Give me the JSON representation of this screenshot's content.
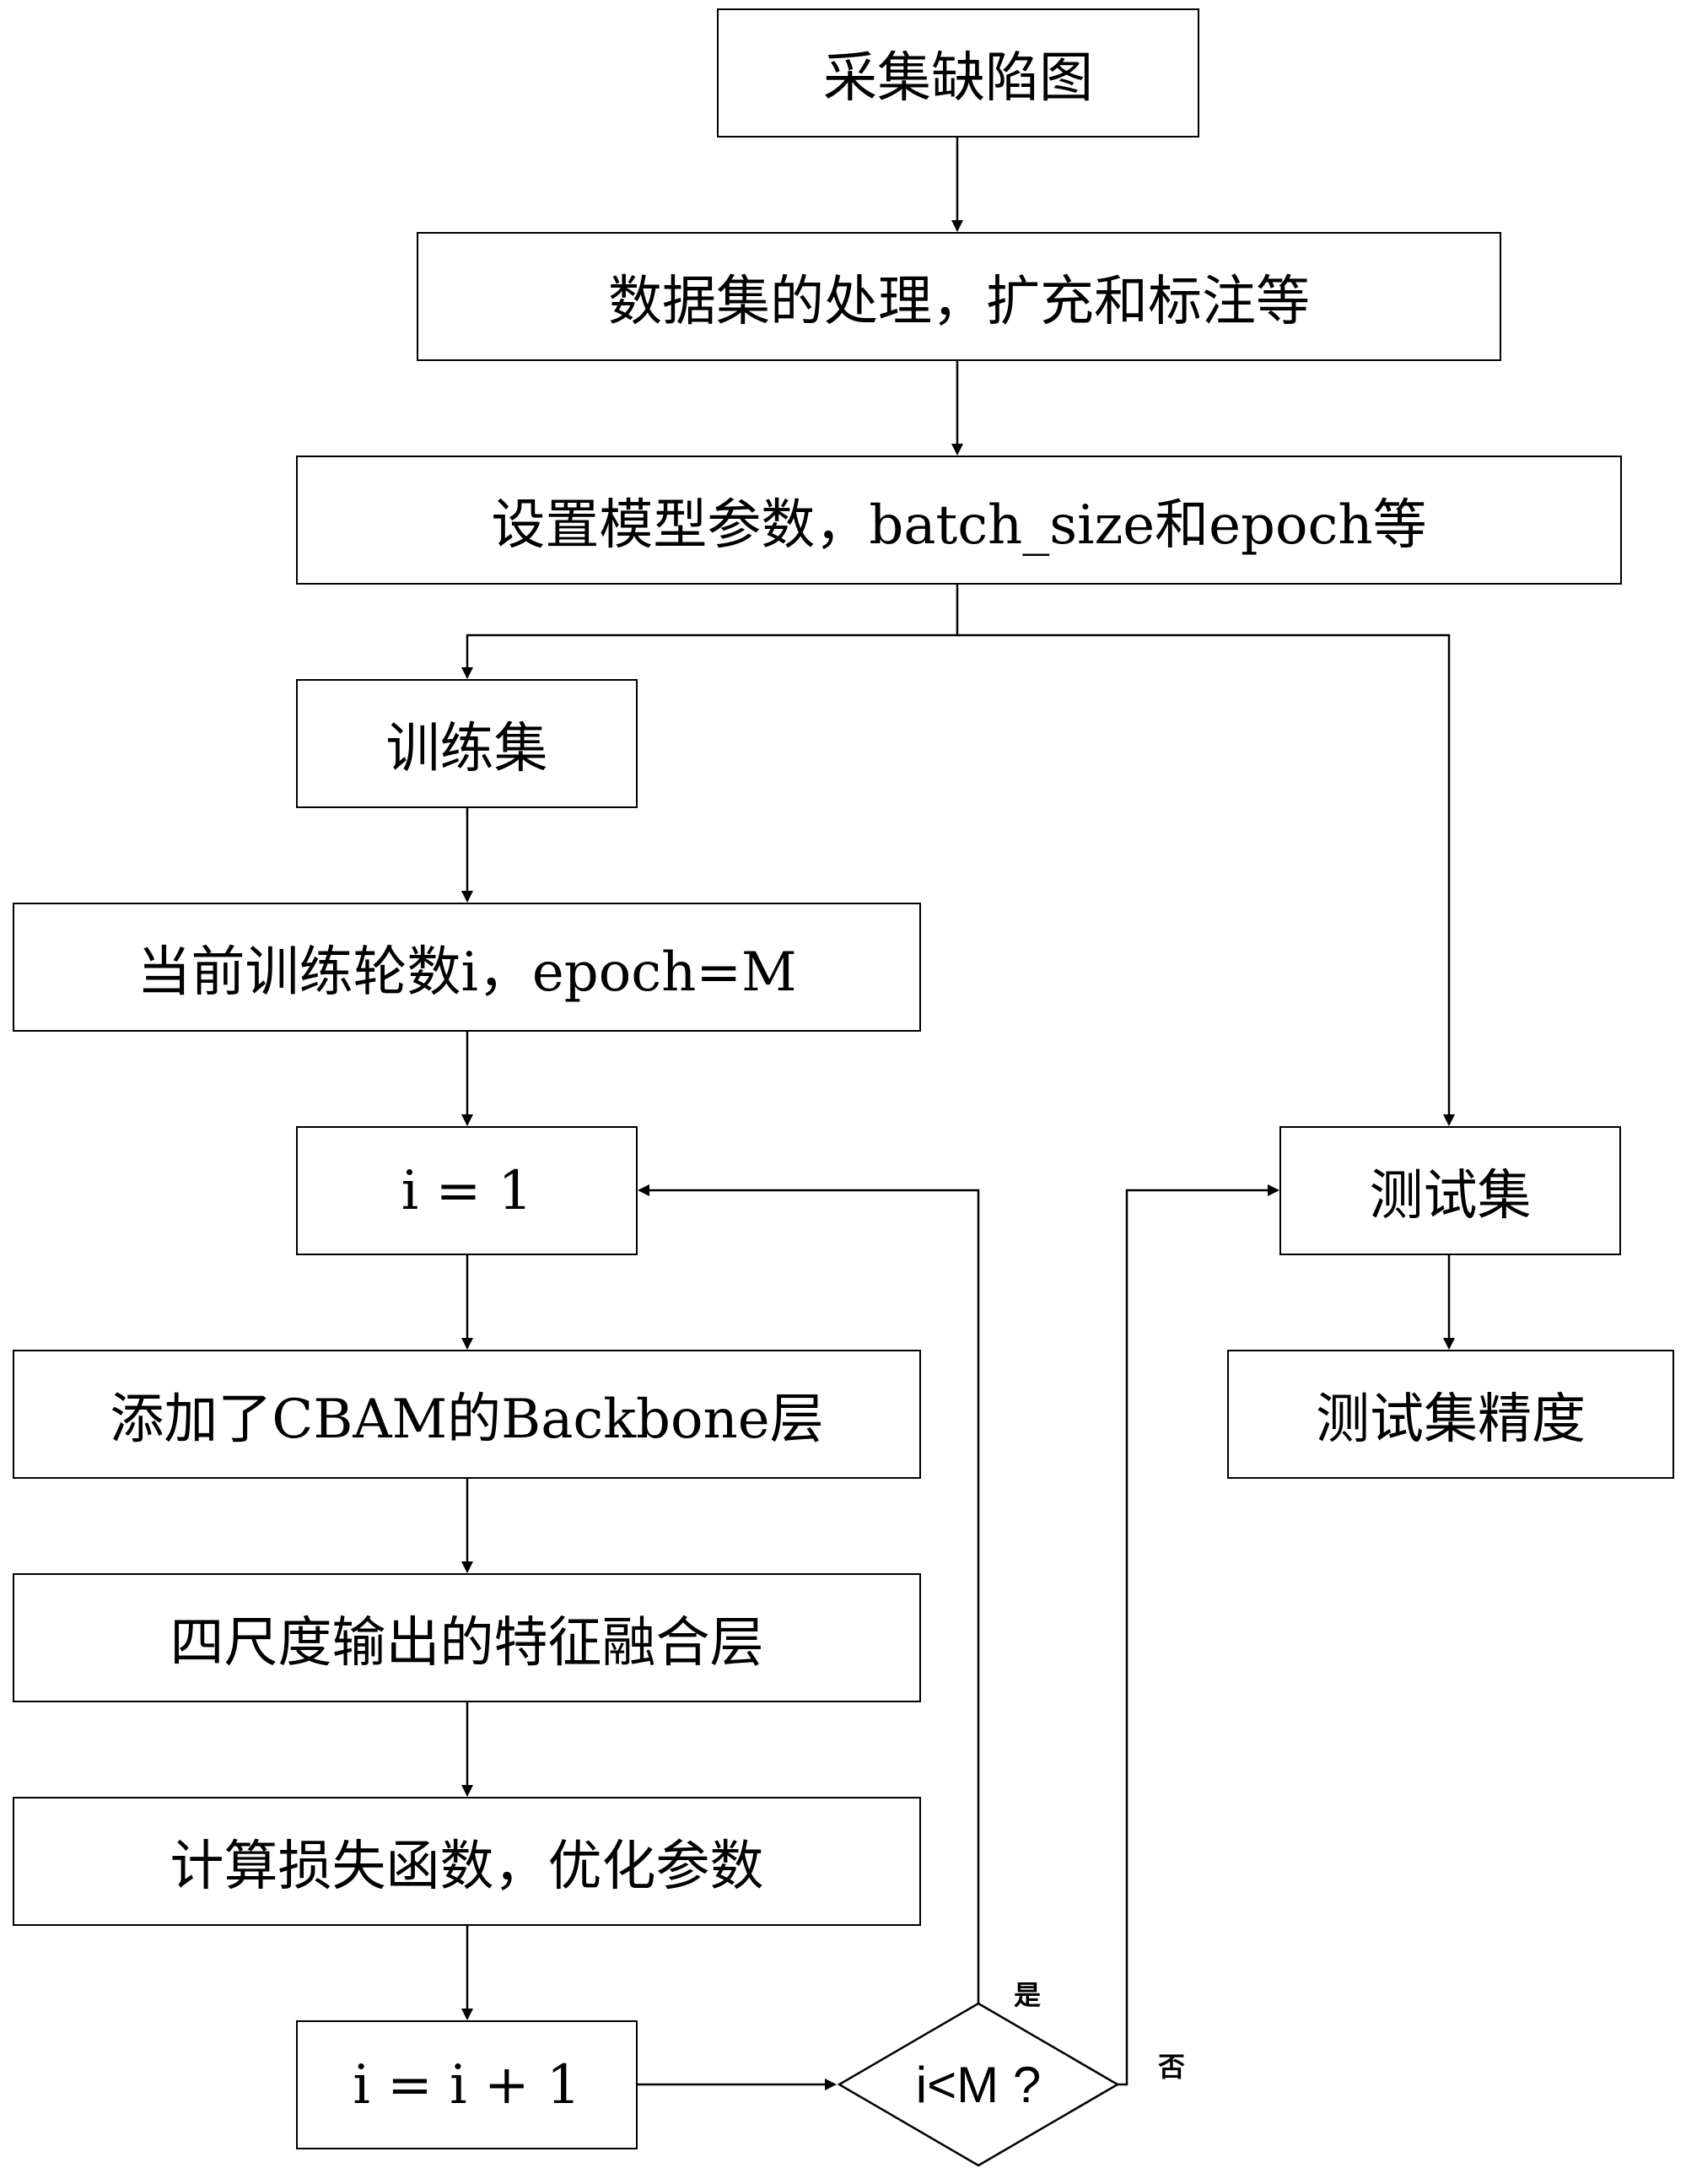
{
  "nodes": {
    "collect": "采集缺陷图",
    "dataset": "数据集的处理，扩充和标注等",
    "params": "设置模型参数，batch_size和epoch等",
    "train_set": "训练集",
    "epoch": "当前训练轮数i，epoch=M",
    "init_i": "i = 1",
    "backbone": "添加了CBAM的Backbone层",
    "fusion": "四尺度输出的特征融合层",
    "loss": "计算损失函数，优化参数",
    "increment": "i = i + 1",
    "decision": "i<M ?",
    "test_set": "测试集",
    "test_acc": "测试集精度"
  },
  "branches": {
    "yes": "是",
    "no": "否"
  },
  "colors": {
    "line": "#000000",
    "background": "#ffffff"
  }
}
